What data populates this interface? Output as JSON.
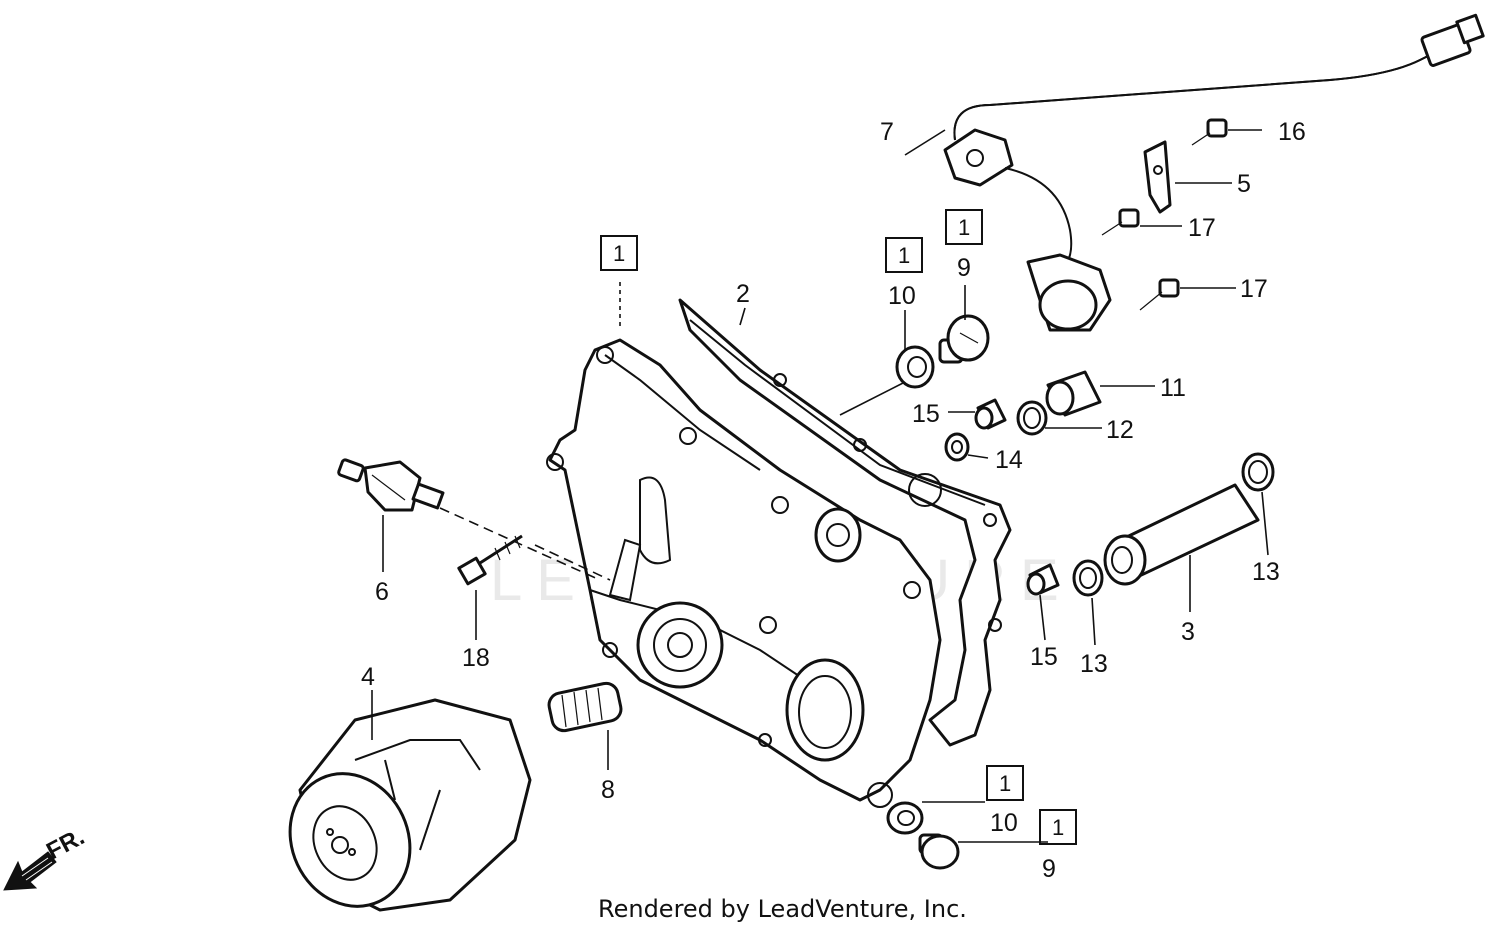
{
  "diagram": {
    "watermark": "LEADVENTURE",
    "footer": "Rendered by LeadVenture, Inc.",
    "front_indicator": "FR.",
    "ref_boxes": [
      "1",
      "1",
      "1",
      "1",
      "1"
    ],
    "callouts": {
      "c1": "2",
      "c2": "3",
      "c3": "4",
      "c4": "5",
      "c5": "6",
      "c6": "7",
      "c7": "8",
      "c8": "9",
      "c9": "9",
      "c10": "10",
      "c11": "10",
      "c12": "11",
      "c13": "12",
      "c14": "13",
      "c15": "13",
      "c16": "14",
      "c17": "15",
      "c18": "15",
      "c19": "16",
      "c20": "17",
      "c21": "17",
      "c22": "18"
    }
  }
}
